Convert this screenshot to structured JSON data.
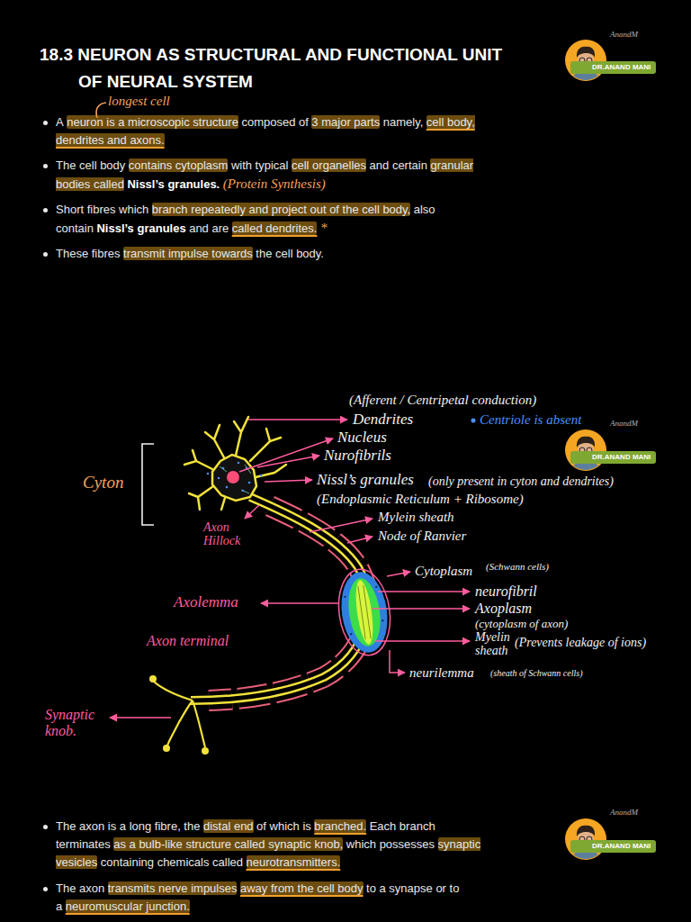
{
  "diagram": {
    "title": "18.3 NEURON AS STRUCTURAL AND FUNCTIONAL UNIT OF NEURAL SYSTEM",
    "nodes": [
      {
        "text": [
          "DR.ANAND MANI"
        ]
      },
      {
        "text": [
          "DR.ANAND MANI"
        ]
      },
      {
        "text": [
          "DR.ANAND MANI"
        ]
      }
    ],
    "labels": [
      "A",
      "neuron is a microscopic structure",
      "composed of",
      "3 major parts",
      "namely,",
      "cell body, dendrites and axons.",
      "longest cell",
      "The cell body",
      "contains cytoplasm",
      "with typical",
      "cell organelles",
      "and certain",
      "granular bodies called",
      "Nissl’s granules.",
      "(Protein Synthesis)",
      "Short fibres which",
      "branch repeatedly and project out of the cell body,",
      "also contain",
      "Nissl’s granules",
      "and are",
      "called dendrites.",
      "*",
      "These fibres",
      "transmit impulse towards",
      "the cell body.",
      "AnandM",
      "(Afferent / Centripetal conduction)",
      "Dendrites",
      "Centriole is absent",
      "Nucleus",
      "Nurofibrils",
      "Nissl’s granules",
      "(only present in cyton and dendrites)",
      "(Endoplasmic Reticulum + Ribosome)",
      "Cyton",
      "Axon Hillock",
      "Mylein sheath",
      "Node of Ranvier",
      "Cytoplasm",
      "(Schwann cells)",
      "neurofibril",
      "Axolemma",
      "Axoplasm",
      "(cytoplasm of axon)",
      "Myelin sheath",
      "(Prevents leakage of ions)",
      "Axon terminal",
      "neurilemma",
      "(sheath of Schwann cells)",
      "Synaptic knob.",
      "AnandM",
      "The axon is a long fibre, the",
      "distal end",
      "of which is",
      "branched.",
      "Each branch terminates",
      "as a bulb-like structure called synaptic knob,",
      "which possesses",
      "synaptic vesicles",
      "containing chemicals called",
      "neurotransmitters.",
      "The axon",
      "transmits nerve impulses",
      "away from the cell body",
      "to a synapse or to a",
      "neuromuscular junction.",
      "AnandM"
    ]
  }
}
